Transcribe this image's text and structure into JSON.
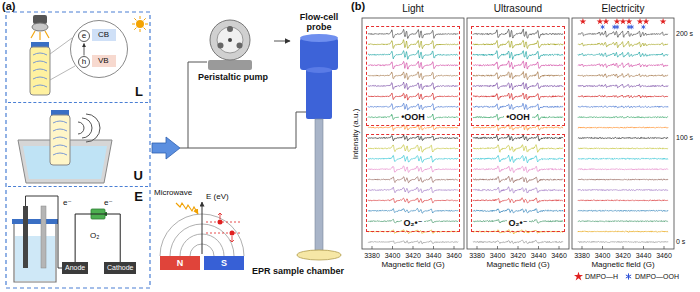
{
  "diagram": {
    "nodes": [
      {
        "text": [
          "L"
        ]
      },
      {
        "text": [
          "e",
          "CB",
          "VB",
          "h"
        ],
        "in": 0
      },
      {
        "text": [
          "U"
        ]
      },
      {
        "text": [
          "E"
        ]
      },
      {
        "text": [
          "Anode"
        ],
        "in": 3
      },
      {
        "text": [
          "Cathode"
        ],
        "in": 3
      },
      {
        "text": [
          "Peristaltic pump"
        ]
      },
      {
        "text": [
          "Flow-cell probe"
        ]
      },
      {
        "text": [
          "N"
        ]
      },
      {
        "text": [
          "S"
        ]
      },
      {
        "text": [
          "EPR sample chamber"
        ]
      },
      {
        "text": [
          "Light"
        ]
      },
      {
        "text": [
          "•OOH"
        ],
        "in": 11
      },
      {
        "text": [
          "O₂•⁻"
        ],
        "in": 11
      },
      {
        "text": [
          "Ultrasound"
        ]
      },
      {
        "text": [
          "•OOH"
        ],
        "in": 14
      },
      {
        "text": [
          "O₂•⁻"
        ],
        "in": 14
      },
      {
        "text": [
          "Electricity"
        ]
      }
    ],
    "edges": [
      {
        "from": 4,
        "to": 5,
        "arrow": "none"
      },
      {
        "from": 6,
        "to": 7,
        "arrow": "to"
      }
    ],
    "labels": [
      "(a)",
      "e⁻",
      "e⁻",
      "O₂",
      "Microwave",
      "E (eV)",
      "(b)",
      "Intensity (a.u.)",
      "3380",
      "3400",
      "3420",
      "3440",
      "3460",
      "Magnetic field (G)",
      "3380",
      "3400",
      "3420",
      "3440",
      "3460",
      "Magnetic field (G)",
      "3380",
      "3400",
      "3420",
      "3440",
      "3460",
      "Magnetic field (G)",
      "200 s",
      "100 s",
      "0 s"
    ],
    "legend": [
      {
        "text": "DMPO—H"
      },
      {
        "text": "DMPO—OOH"
      }
    ]
  }
}
